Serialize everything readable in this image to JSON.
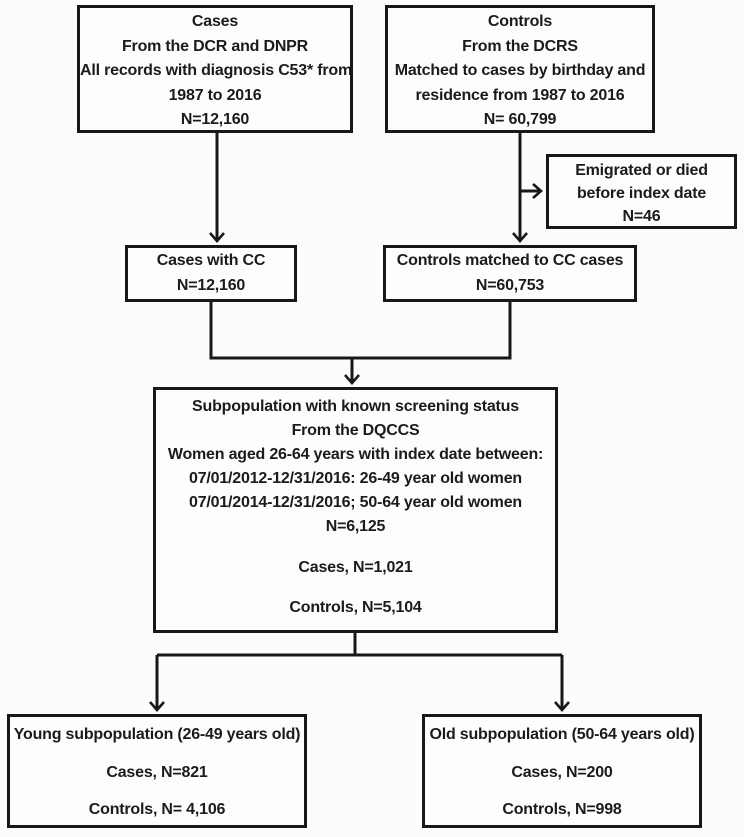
{
  "diagram": {
    "type": "flowchart",
    "colors": {
      "line": "#181818",
      "background": "#fcfcfc",
      "text": "#1b1b1b"
    },
    "boxes": {
      "cases_source": {
        "lines": [
          "Cases",
          "From the DCR and DNPR",
          "All records with diagnosis C53* from",
          "1987 to 2016",
          "N=12,160"
        ]
      },
      "controls_source": {
        "lines": [
          "Controls",
          "From the DCRS",
          "Matched to cases by birthday and",
          "residence from 1987 to 2016",
          "N= 60,799"
        ]
      },
      "excluded": {
        "lines": [
          "Emigrated or died",
          "before index date",
          "N=46"
        ]
      },
      "cases_cc": {
        "lines": [
          "Cases with CC",
          "N=12,160"
        ]
      },
      "controls_cc": {
        "lines": [
          "Controls matched to CC cases",
          "N=60,753"
        ]
      },
      "subpopulation": {
        "lines": [
          "Subpopulation with known screening status",
          "From the DQCCS",
          "Women aged 26-64 years with index date between:",
          "07/01/2012-12/31/2016: 26-49 year old women",
          "07/01/2014-12/31/2016; 50-64 year old women",
          "N=6,125"
        ],
        "cases": "Cases, N=1,021",
        "controls": "Controls, N=5,104"
      },
      "young": {
        "title": "Young subpopulation (26-49 years old)",
        "cases": "Cases, N=821",
        "controls": "Controls, N= 4,106"
      },
      "old": {
        "title": "Old subpopulation (50-64 years old)",
        "cases": "Cases, N=200",
        "controls": "Controls, N=998"
      }
    }
  }
}
